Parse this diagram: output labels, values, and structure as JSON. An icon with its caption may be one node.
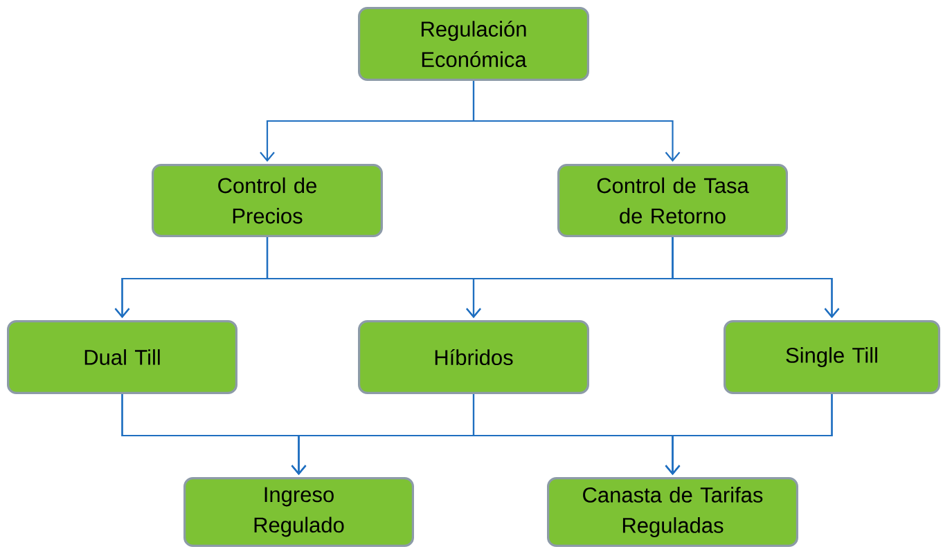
{
  "diagram": {
    "nodes": [
      {
        "text": [
          "Regulación Económica"
        ]
      },
      {
        "text": [
          "Control de Precios"
        ]
      },
      {
        "text": [
          "Control de Tasa de Retorno"
        ]
      },
      {
        "text": [
          "Dual Till"
        ]
      },
      {
        "text": [
          "Híbridos"
        ]
      },
      {
        "text": [
          "Single Till"
        ]
      },
      {
        "text": [
          "Ingreso Regulado"
        ]
      },
      {
        "text": [
          "Canasta de Tarifas Reguladas"
        ]
      }
    ],
    "edges": [
      {
        "from": 0,
        "to": 1,
        "arrow": "to"
      },
      {
        "from": 0,
        "to": 2,
        "arrow": "to"
      },
      {
        "from": 1,
        "to": 3,
        "arrow": "to"
      },
      {
        "from": 1,
        "to": 4,
        "arrow": "to"
      },
      {
        "from": 1,
        "to": 5,
        "arrow": "to"
      },
      {
        "from": 2,
        "to": 3,
        "arrow": "to"
      },
      {
        "from": 2,
        "to": 4,
        "arrow": "to"
      },
      {
        "from": 2,
        "to": 5,
        "arrow": "to"
      },
      {
        "from": 3,
        "to": 6,
        "arrow": "to"
      },
      {
        "from": 3,
        "to": 7,
        "arrow": "to"
      },
      {
        "from": 4,
        "to": 6,
        "arrow": "to"
      },
      {
        "from": 4,
        "to": 7,
        "arrow": "to"
      },
      {
        "from": 5,
        "to": 6,
        "arrow": "to"
      },
      {
        "from": 5,
        "to": 7,
        "arrow": "to"
      }
    ]
  }
}
